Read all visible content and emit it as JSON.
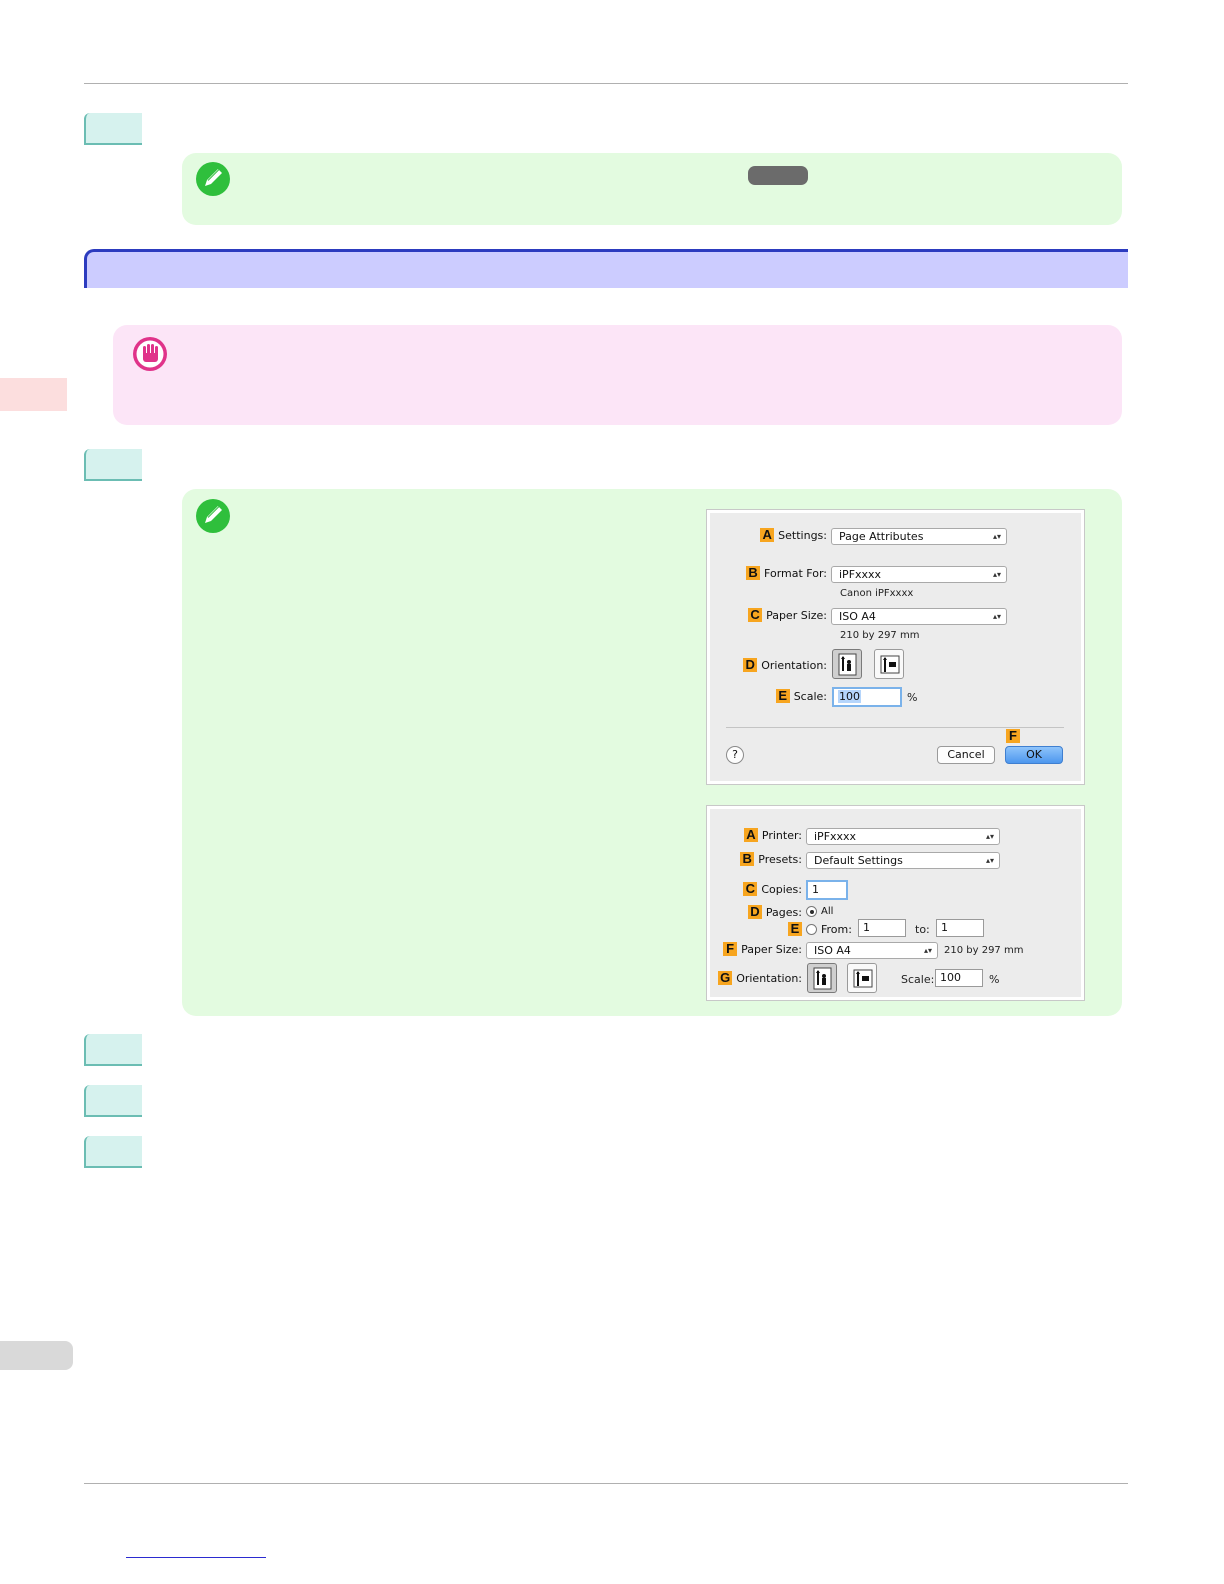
{
  "page": {
    "accent_step": "#d6f2ee",
    "note_bg": "#e3fbe0",
    "important_bg": "#fce5f7",
    "section_bar_bg": "#ccccff",
    "section_bar_border": "#2c3bbf"
  },
  "icons": {
    "note": "pencil-icon",
    "important": "hand-stop-icon",
    "help": "question-mark-icon"
  },
  "page_setup_dialog": {
    "settings": {
      "badge": "A",
      "label": "Settings:",
      "value": "Page Attributes"
    },
    "format_for": {
      "badge": "B",
      "label": "Format For:",
      "value": "iPFxxxx",
      "sub": "Canon iPFxxxx"
    },
    "paper_size": {
      "badge": "C",
      "label": "Paper Size:",
      "value": "ISO A4",
      "sub": "210 by 297 mm"
    },
    "orientation": {
      "badge": "D",
      "label": "Orientation:",
      "selected": "portrait"
    },
    "scale": {
      "badge": "E",
      "label": "Scale:",
      "value": "100",
      "unit": "%"
    },
    "ok_badge": "F",
    "cancel_label": "Cancel",
    "ok_label": "OK",
    "help_label": "?"
  },
  "print_dialog": {
    "printer": {
      "badge": "A",
      "label": "Printer:",
      "value": "iPFxxxx"
    },
    "presets": {
      "badge": "B",
      "label": "Presets:",
      "value": "Default Settings"
    },
    "copies": {
      "badge": "C",
      "label": "Copies:",
      "value": "1"
    },
    "pages": {
      "badge": "D",
      "label": "Pages:",
      "all_label": "All",
      "selected": "all"
    },
    "from": {
      "badge": "E",
      "label": "From:",
      "from_value": "1",
      "to_label": "to:",
      "to_value": "1"
    },
    "paper_size": {
      "badge": "F",
      "label": "Paper Size:",
      "value": "ISO A4",
      "sub": "210 by 297 mm"
    },
    "orientation": {
      "badge": "G",
      "label": "Orientation:",
      "selected": "portrait"
    },
    "scale": {
      "label": "Scale:",
      "value": "100",
      "unit": "%"
    }
  }
}
